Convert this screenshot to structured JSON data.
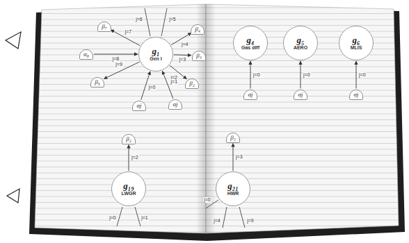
{
  "diagram": {
    "nodes": [
      {
        "text": [
          "g₁",
          "Gen I"
        ]
      },
      {
        "text": [
          "β₇"
        ]
      },
      {
        "text": [
          "α₈"
        ]
      },
      {
        "text": [
          "β₉"
        ]
      },
      {
        "text": [
          "β₄"
        ]
      },
      {
        "text": [
          "β₃"
        ]
      },
      {
        "text": [
          "β₂"
        ]
      },
      {
        "text": [
          "αj"
        ]
      },
      {
        "text": [
          "αj"
        ]
      },
      {
        "text": [
          "g₄",
          "Gas diff"
        ]
      },
      {
        "text": [
          "g₅",
          "AERO"
        ]
      },
      {
        "text": [
          "g₆",
          "MLIS"
        ]
      },
      {
        "text": [
          "αj"
        ]
      },
      {
        "text": [
          "αj"
        ]
      },
      {
        "text": [
          "αj"
        ]
      },
      {
        "text": [
          "β₂"
        ]
      },
      {
        "text": [
          "g₁₉",
          "LWGR"
        ]
      },
      {
        "text": [
          "β₃"
        ]
      },
      {
        "text": [
          "g₂₁",
          "HWR"
        ]
      }
    ],
    "edges": [
      {
        "from": 0,
        "to": 1,
        "arrow": "to",
        "label": "j=7"
      },
      {
        "from": 2,
        "to": 0,
        "arrow": "to",
        "label": "j=8"
      },
      {
        "from": 0,
        "to": 3,
        "arrow": "to",
        "label": "j=9"
      },
      {
        "from": 0,
        "to": 4,
        "arrow": "to",
        "label": "j=4"
      },
      {
        "from": 0,
        "to": 5,
        "arrow": "to",
        "label": "j=3"
      },
      {
        "from": 0,
        "to": 6,
        "arrow": "to",
        "label": "j=2"
      },
      {
        "from": 7,
        "to": 0,
        "arrow": "to",
        "label": "j=0"
      },
      {
        "from": 8,
        "to": 0,
        "arrow": "to",
        "label": "j=1"
      },
      {
        "from": 12,
        "to": 9,
        "arrow": "to",
        "label": "j=0"
      },
      {
        "from": 13,
        "to": 10,
        "arrow": "to",
        "label": "j=0"
      },
      {
        "from": 14,
        "to": 11,
        "arrow": "to",
        "label": "j=0"
      },
      {
        "from": 16,
        "to": 15,
        "arrow": "to",
        "label": "j=2"
      },
      {
        "from": 18,
        "to": 17,
        "arrow": "to",
        "label": "j=3"
      }
    ],
    "labels": [
      "j=6",
      "j=5",
      "j=0",
      "j=1",
      "j=0",
      "j=4",
      "j=9"
    ]
  }
}
